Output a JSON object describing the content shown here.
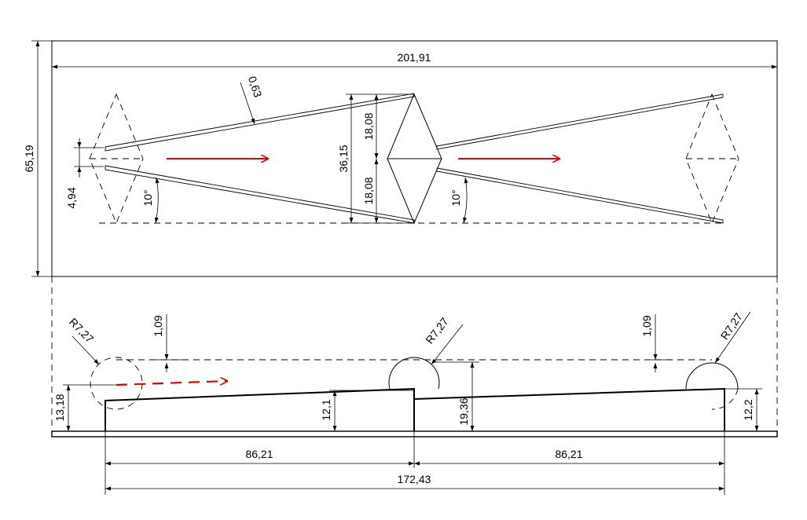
{
  "top_view": {
    "overall_length": "201,91",
    "overall_height": "65,19",
    "wall_thickness": "0,63",
    "slot_gap": "4,94",
    "half_height_upper": "18,08",
    "half_height_lower": "18,08",
    "total_height": "36,15",
    "angle_left": "10°",
    "angle_right": "10°"
  },
  "side_view": {
    "radius_left": "R7,27",
    "radius_center": "R7,27",
    "radius_right": "R7,27",
    "offset_left": "1,09",
    "offset_right": "1,09",
    "height_left": "13,18",
    "height_first_end": "12,1",
    "height_center": "19,36",
    "height_right": "12,2",
    "segment_left": "86,21",
    "segment_right": "86,21",
    "total_length": "172,43"
  },
  "colors": {
    "flow_arrow": "#e00000",
    "lines": "#000000"
  }
}
